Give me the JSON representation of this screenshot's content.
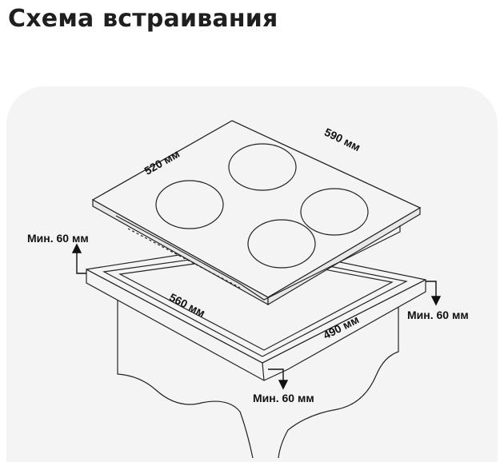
{
  "page": {
    "title": "Схема встраивания"
  },
  "diagram": {
    "hob_width_label": "520 мм",
    "hob_depth_label": "590 мм",
    "cutout_width_label": "560 мм",
    "cutout_depth_label": "490 мм",
    "clearance_back_label": "Мин. 60 мм",
    "clearance_right_label": "Мин. 60 мм",
    "clearance_front_label": "Мин. 60 мм"
  }
}
